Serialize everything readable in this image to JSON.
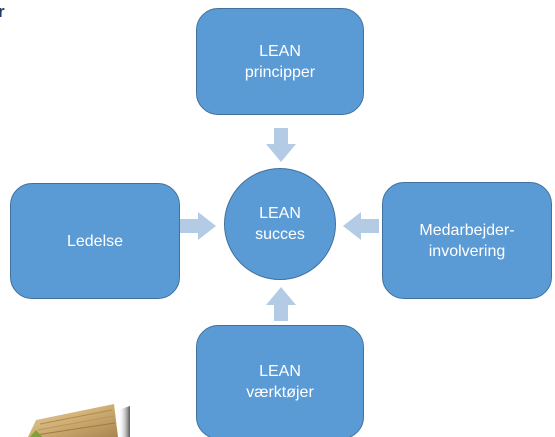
{
  "corner_label": "r",
  "diagram": {
    "center": {
      "line1": "LEAN",
      "line2": "succes"
    },
    "top": {
      "line1": "LEAN",
      "line2": "principper"
    },
    "left": {
      "line1": "Ledelse"
    },
    "right": {
      "line1": "Medarbejder-",
      "line2": "involvering"
    },
    "bottom": {
      "line1": "LEAN",
      "line2": "værktøjer"
    }
  },
  "colors": {
    "box_fill": "#5b9bd5",
    "box_border": "#41719c",
    "arrow_fill": "#b4cbe6",
    "text": "#ffffff",
    "corner_text": "#1f3b63"
  }
}
